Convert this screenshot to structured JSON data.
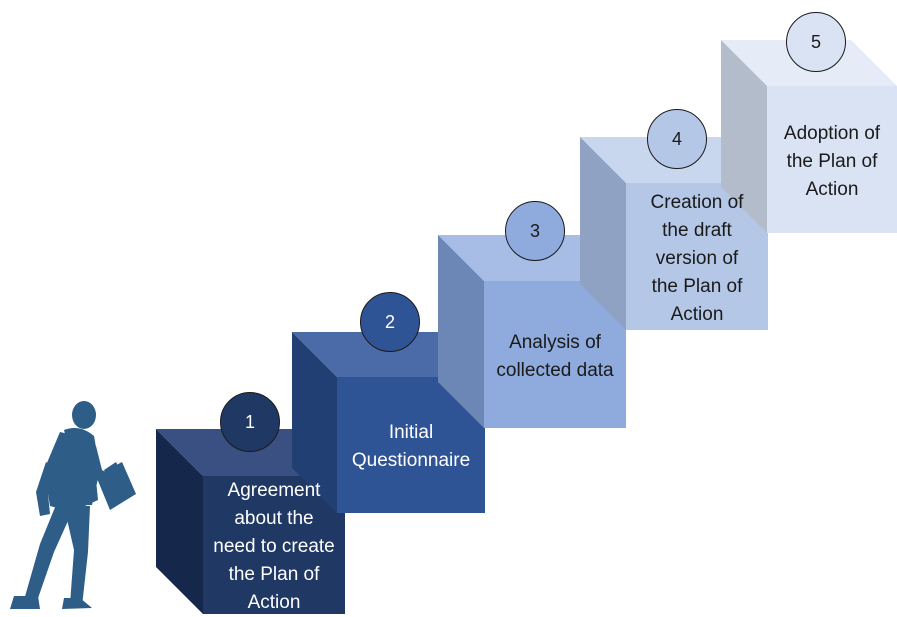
{
  "steps": [
    {
      "number": "1",
      "label": "Agreement\nabout the\nneed to create\nthe Plan of\nAction",
      "colors": {
        "front": "#203864",
        "top": "#3a5082",
        "side": "#15284b",
        "text": "#ffffff",
        "circle": "#203864",
        "circle_text": "#ffffff"
      }
    },
    {
      "number": "2",
      "label": "Initial\nQuestionnaire",
      "colors": {
        "front": "#2f5496",
        "top": "#4a6aa8",
        "side": "#223f73",
        "text": "#ffffff",
        "circle": "#2f5496",
        "circle_text": "#ffffff"
      }
    },
    {
      "number": "3",
      "label": "Analysis of\ncollected data",
      "colors": {
        "front": "#8faadc",
        "top": "#a8bde6",
        "side": "#6c86b5",
        "text": "#1a1a1a",
        "circle": "#8faadc",
        "circle_text": "#1a1a1a"
      }
    },
    {
      "number": "4",
      "label": "Creation of\nthe draft\nversion of\nthe Plan of\nAction",
      "colors": {
        "front": "#b4c7e7",
        "top": "#c8d6ee",
        "side": "#8fa2c3",
        "text": "#1a1a1a",
        "circle": "#b4c7e7",
        "circle_text": "#1a1a1a"
      }
    },
    {
      "number": "5",
      "label": "Adoption of\nthe Plan of\nAction",
      "colors": {
        "front": "#dae3f3",
        "top": "#e6ecf7",
        "side": "#b3bccb",
        "text": "#1a1a1a",
        "circle": "#dae3f3",
        "circle_text": "#1a1a1a"
      }
    }
  ],
  "figure": {
    "icon": "walking-businessman-icon",
    "color": "#2e5d87"
  }
}
